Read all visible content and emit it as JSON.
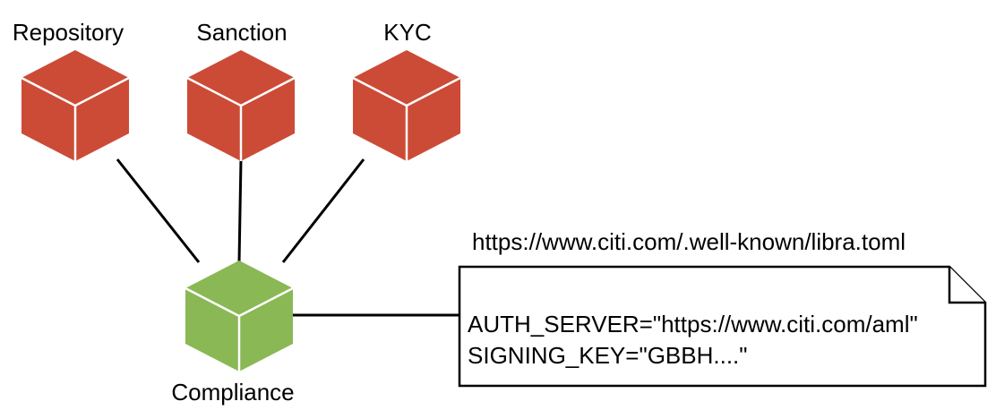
{
  "nodes": {
    "repository": {
      "label": "Repository",
      "icon": "cube-icon",
      "color": "#CC4B37"
    },
    "sanction": {
      "label": "Sanction",
      "icon": "cube-icon",
      "color": "#CC4B37"
    },
    "kyc": {
      "label": "KYC",
      "icon": "cube-icon",
      "color": "#CC4B37"
    },
    "compliance": {
      "label": "Compliance",
      "icon": "cube-icon",
      "color": "#8AB854"
    }
  },
  "note": {
    "url": "https://www.citi.com/.well-known/libra.toml",
    "lines": [
      "AUTH_SERVER=\"https://www.citi.com/aml\"",
      "SIGNING_KEY=\"GBBH....\""
    ]
  }
}
